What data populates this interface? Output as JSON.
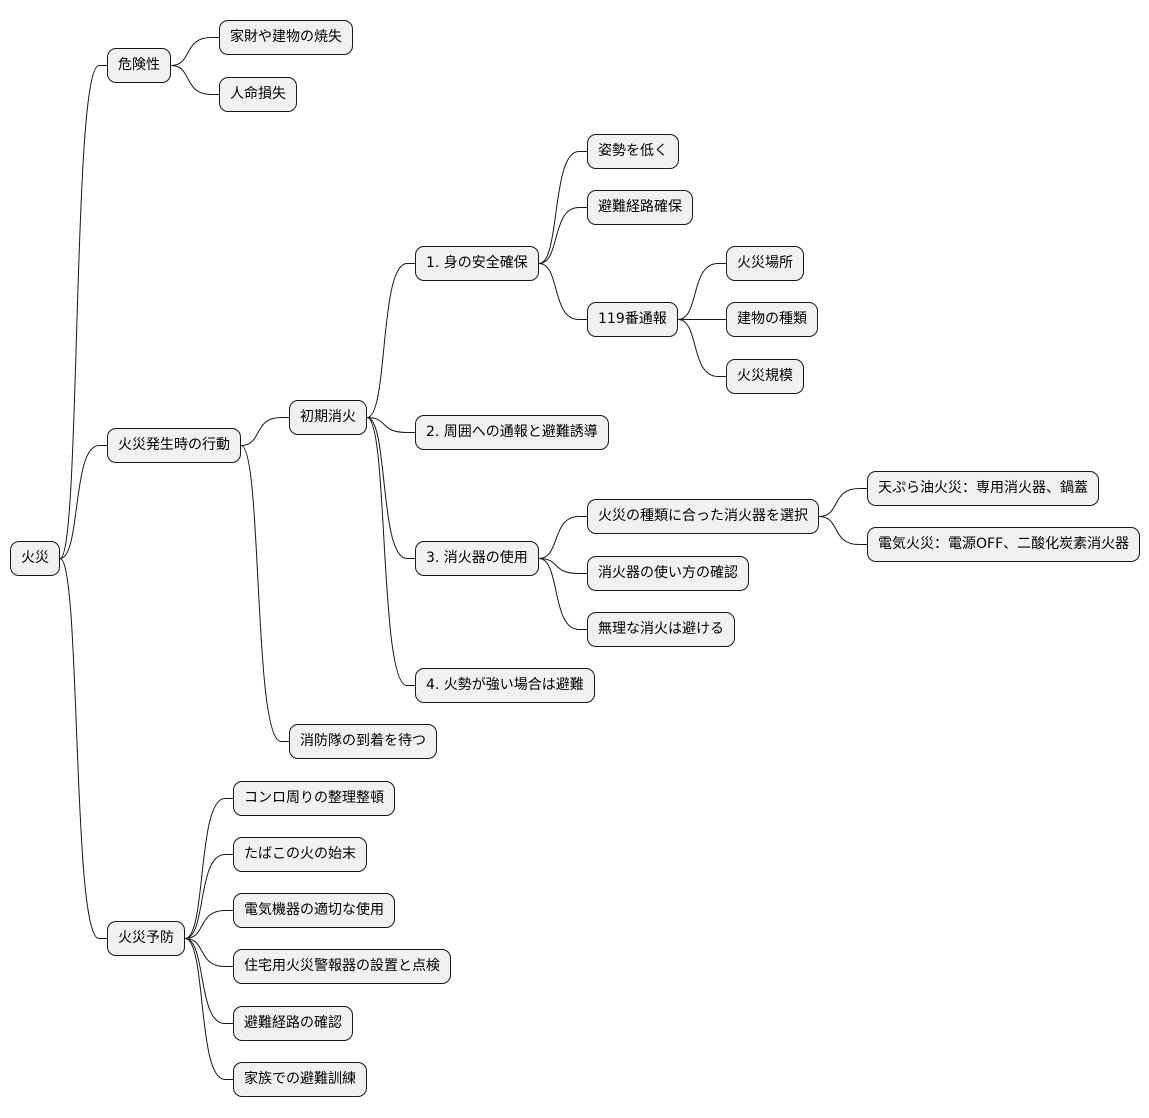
{
  "mindmap": {
    "root": {
      "label": "火災"
    },
    "danger": {
      "label": "危険性",
      "items": [
        "家財や建物の焼失",
        "人命損失"
      ]
    },
    "response": {
      "label": "火災発生時の行動",
      "initial": {
        "label": "初期消火",
        "safety": {
          "label": "1. 身の安全確保",
          "items": [
            "姿勢を低く",
            "避難経路確保"
          ],
          "call": {
            "label": "119番通報",
            "items": [
              "火災場所",
              "建物の種類",
              "火災規模"
            ]
          }
        },
        "notify": {
          "label": "2. 周囲への通報と避難誘導"
        },
        "extinguisher": {
          "label": "3. 消火器の使用",
          "select": {
            "label": "火災の種類に合った消火器を選択",
            "items": [
              "天ぷら油火災：専用消火器、鍋蓋",
              "電気火災：電源OFF、二酸化炭素消火器"
            ]
          },
          "items": [
            "消火器の使い方の確認",
            "無理な消火は避ける"
          ]
        },
        "evacuate": {
          "label": "4. 火勢が強い場合は避難"
        }
      },
      "wait": {
        "label": "消防隊の到着を待つ"
      }
    },
    "prevention": {
      "label": "火災予防",
      "items": [
        "コンロ周りの整理整頓",
        "たばこの火の始末",
        "電気機器の適切な使用",
        "住宅用火災警報器の設置と点検",
        "避難経路の確認",
        "家族での避難訓練"
      ]
    }
  }
}
